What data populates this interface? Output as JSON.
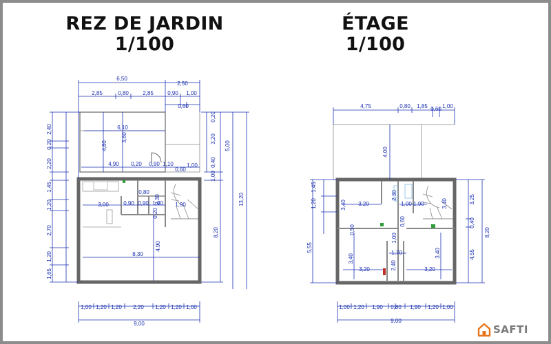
{
  "plans": {
    "ground": {
      "title": "REZ DE JARDIN",
      "scale": "1/100"
    },
    "upper": {
      "title": "ÉTAGE",
      "scale": "1/100"
    }
  },
  "brand": {
    "name": "SAFTI",
    "logo_icon": "house-logo-icon",
    "color": "#e8751a"
  },
  "colors": {
    "dimension": "#1a2fb0",
    "wall": "#555555",
    "text": "#111111"
  },
  "labels": {
    "g": {
      "w650": "6,50",
      "w250": "2,50",
      "w285a": "2,85",
      "w080": "0,80",
      "w285b": "2,85",
      "w090": "0,90",
      "w100": "1,00",
      "w060": "0,60",
      "w610": "6,10",
      "v480": "4,80",
      "v360": "3,60",
      "w490": "4,90",
      "w020": "0,20",
      "w090b": "0,90",
      "w110": "1,10",
      "w060b": "0,60",
      "w100b": "1,00",
      "w300": "3,00",
      "w080b": "0,80",
      "w090c": "0,90",
      "w090d": "0,90",
      "w100c": "1,00",
      "w190": "1,90",
      "v230": "2,30",
      "v020": "0,20",
      "w830": "8,30",
      "v490": "4,90",
      "l240": "2,40",
      "l020": "0,20",
      "l220": "2,20",
      "l145": "1,45",
      "l120": "1,20",
      "l270": "2,70",
      "l120b": "1,20",
      "l165": "1,65",
      "r020": "0,20",
      "r320": "3,20",
      "r500": "5,00",
      "r040": "0,40",
      "r100": "1,00",
      "r820": "8,20",
      "r1320": "13,20",
      "b100": "1,00",
      "b120a": "1,20",
      "b120b": "1,20",
      "b220": "2,20",
      "b120c": "1,20",
      "b120d": "1,20",
      "b100b": "1,00",
      "b900": "9,00"
    },
    "u": {
      "t475": "4,75",
      "t080": "0,80",
      "t185": "1,85",
      "t060": "0,60",
      "t100": "1,00",
      "v400": "4,00",
      "w320": "3,20",
      "v340": "3,40",
      "v230": "2,30",
      "w100": "1,00",
      "w190": "1,90",
      "v340r": "3,40",
      "v060": "0,60",
      "v050": "0,50",
      "v100": "1,00",
      "w170": "1,70",
      "v240": "2,40",
      "w320b": "3,20",
      "v340b": "3,40",
      "w320c": "3,20",
      "v340c": "3,40",
      "l145": "1,45",
      "l120": "1,20",
      "l555": "5,55",
      "r325": "3,25",
      "r040": "0,40",
      "r455": "4,55",
      "r820": "8,20",
      "b100": "1,00",
      "b120": "1,20",
      "b190": "1,90",
      "b080": "0,80",
      "b190b": "1,90",
      "b120b": "1,20",
      "b100b": "1,00",
      "b900": "9,00"
    }
  }
}
